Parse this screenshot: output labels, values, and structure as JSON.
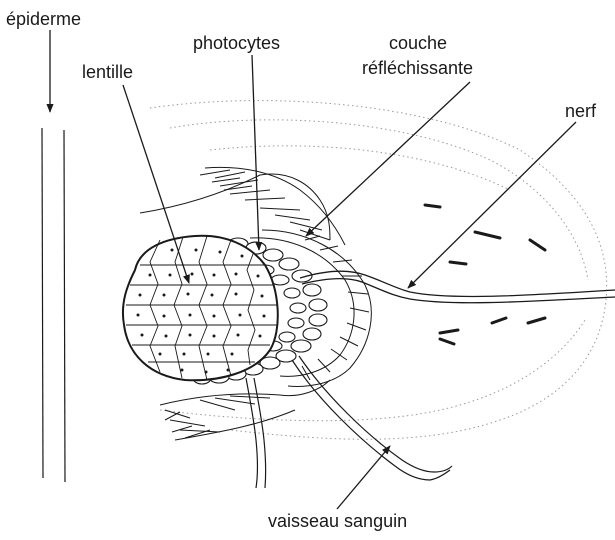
{
  "labels": {
    "epidermis": "épiderme",
    "lens": "lentille",
    "photocytes": "photocytes",
    "reflective_layer_line1": "couche",
    "reflective_layer_line2": "réfléchissante",
    "nerve": "nerf",
    "blood_vessel": "vaisseau sanguin"
  },
  "colors": {
    "ink": "#1a1a1a",
    "faint": "#9a9a9a",
    "background": "#ffffff"
  }
}
